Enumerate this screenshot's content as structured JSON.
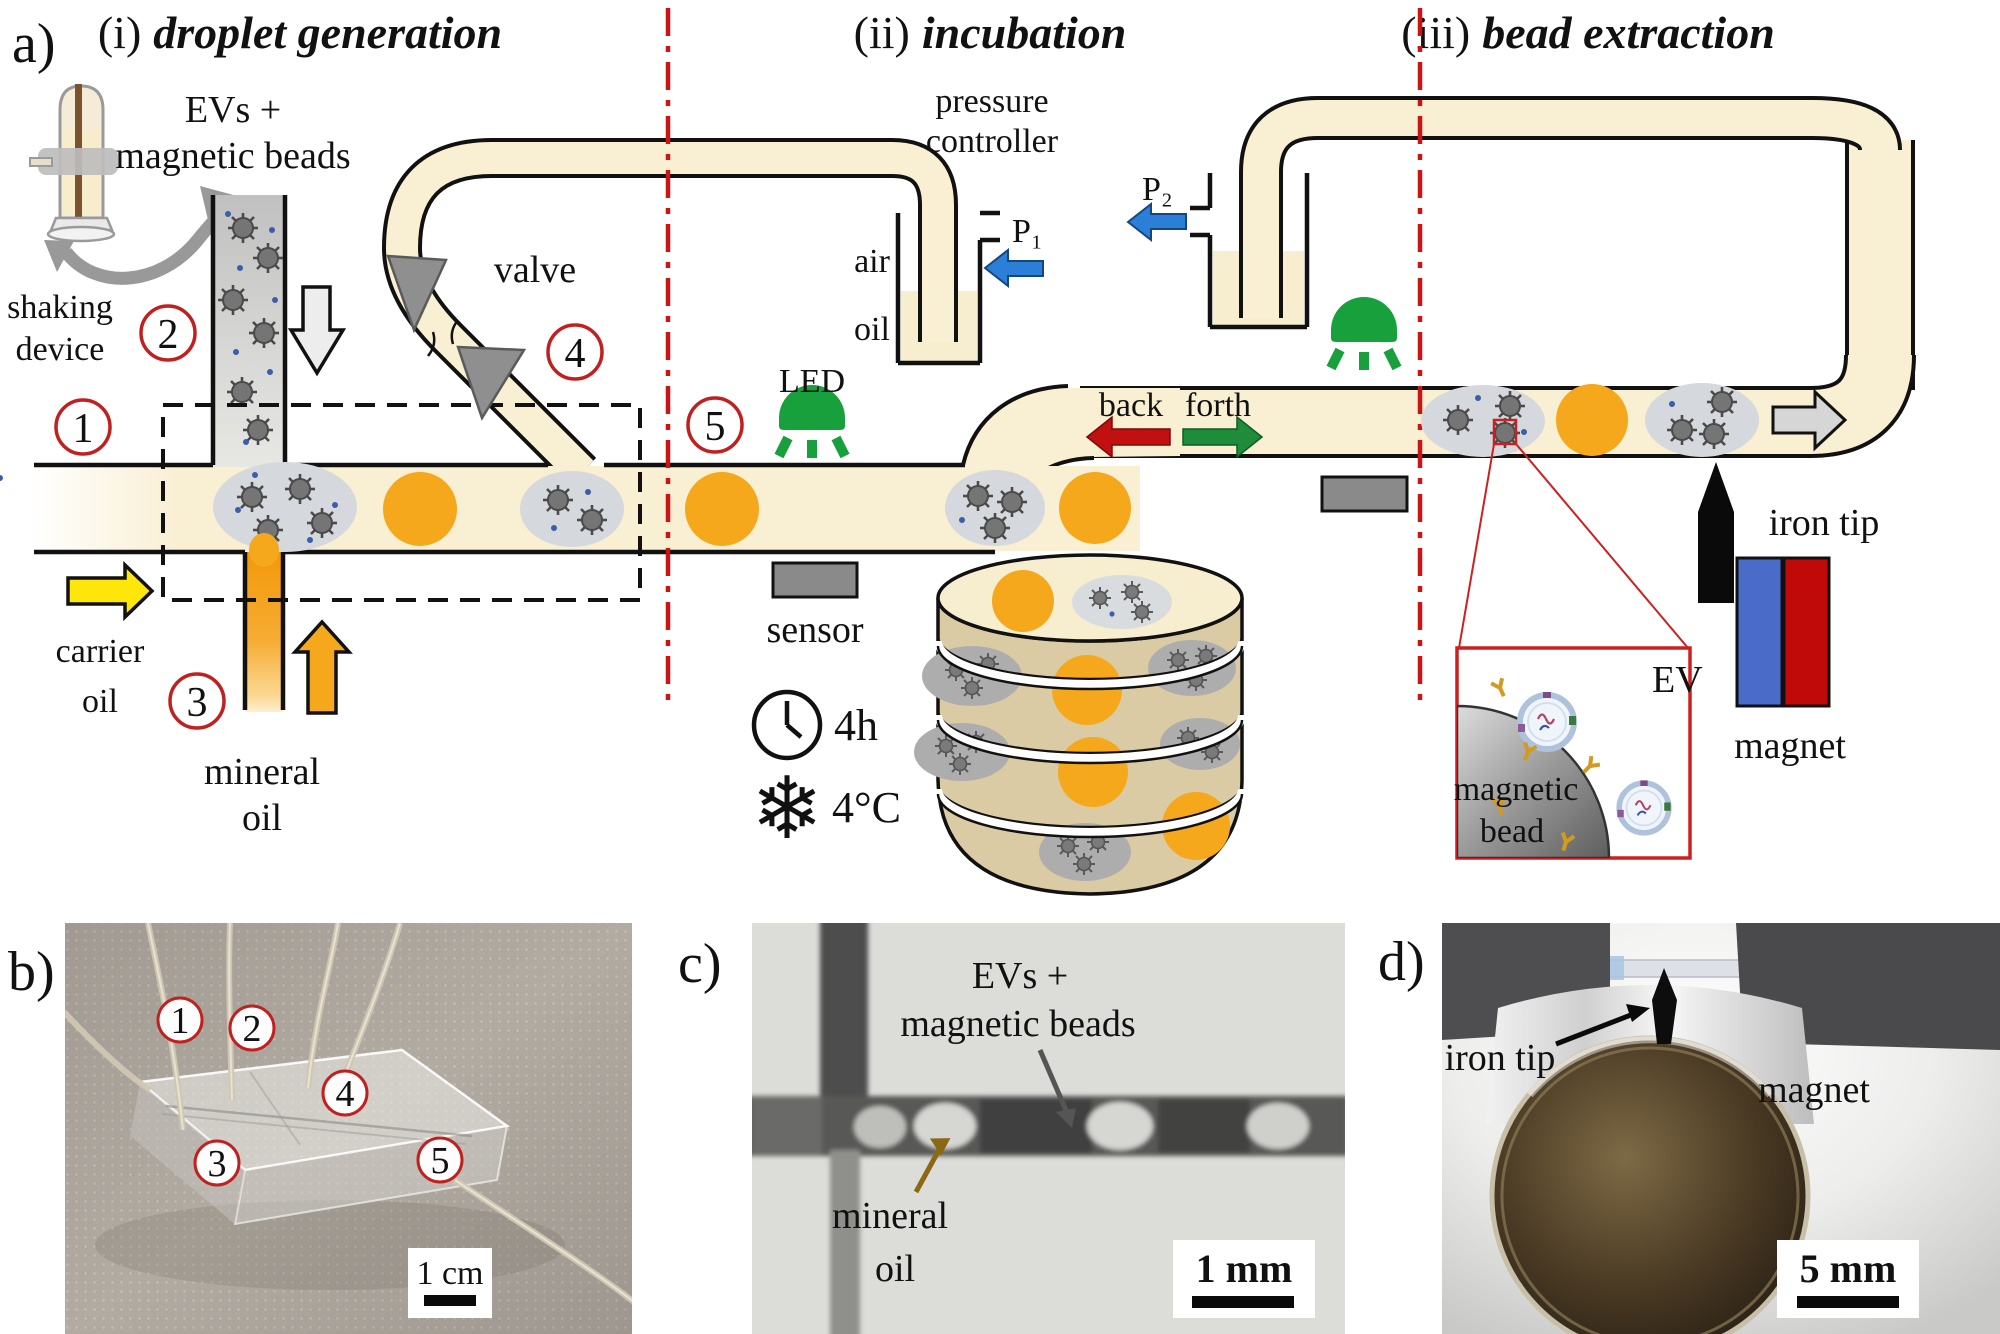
{
  "panels": {
    "a": {
      "label": "a)"
    },
    "b": {
      "label": "b)"
    },
    "c": {
      "label": "c)"
    },
    "d": {
      "label": "d)"
    }
  },
  "sections": {
    "one": {
      "num": "(i)",
      "title": "droplet generation"
    },
    "two": {
      "num": "(ii)",
      "title": "incubation"
    },
    "three": {
      "num": "(iii)",
      "title": "bead extraction"
    }
  },
  "schematic": {
    "sample": {
      "line1": "EVs +",
      "line2": "magnetic beads"
    },
    "shaker": {
      "line1": "shaking",
      "line2": "device"
    },
    "carrier": {
      "line1": "carrier",
      "line2": "oil"
    },
    "mineral": {
      "line1": "mineral",
      "line2": "oil"
    },
    "valve": "valve",
    "led": "LED",
    "sensor": "sensor",
    "incubation_time": "4h",
    "incubation_temp": "4°C",
    "pressure": {
      "line1": "pressure",
      "line2": "controller"
    },
    "air": "air",
    "oil": "oil",
    "p1": "P₁",
    "p2": "P₂",
    "back": "back",
    "forth": "forth",
    "iron_tip": "iron tip",
    "magnet": "magnet",
    "inset": {
      "ev": "EV",
      "bead_line1": "magnetic",
      "bead_line2": "bead"
    },
    "ports": {
      "n1": "1",
      "n2": "2",
      "n3": "3",
      "n4": "4",
      "n5": "5"
    }
  },
  "photo_b": {
    "ports": {
      "n1": "1",
      "n2": "2",
      "n3": "3",
      "n4": "4",
      "n5": "5"
    },
    "scale": "1 cm"
  },
  "photo_c": {
    "sample_line1": "EVs +",
    "sample_line2": "magnetic beads",
    "mineral_line1": "mineral",
    "mineral_line2": "oil",
    "scale": "1 mm"
  },
  "photo_d": {
    "iron_tip": "iron tip",
    "magnet": "magnet",
    "scale": "5 mm"
  },
  "colors": {
    "tube": "#F9EFD3",
    "coil_body": "#DBCBA4",
    "orange": "#F5A81C",
    "red_accent": "#C41414",
    "green": "#18A03C",
    "blue": "#2B7FD6",
    "magnet_blue": "#4A6CC8",
    "magnet_red": "#C00A0A",
    "snowflake": "#2299EE",
    "yellow": "#FFE60A",
    "sensor_gray": "#8A8A8A"
  }
}
